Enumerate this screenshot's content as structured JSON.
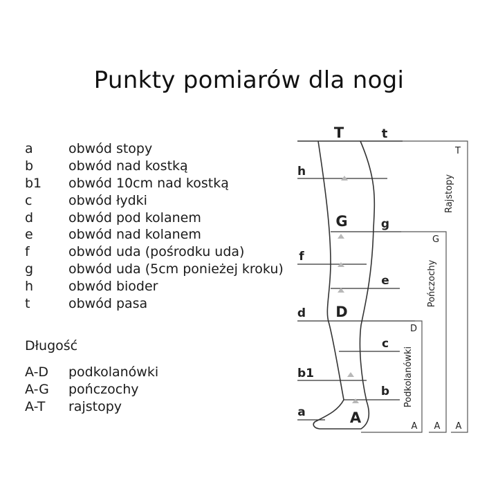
{
  "title": "Punkty pomiarów dla nogi",
  "legend": [
    {
      "key": "a",
      "label": "obwód stopy"
    },
    {
      "key": "b",
      "label": "obwód nad kostką"
    },
    {
      "key": "b1",
      "label": "obwód 10cm nad kostką"
    },
    {
      "key": "c",
      "label": "obwód łydki"
    },
    {
      "key": "d",
      "label": "obwód pod kolanem"
    },
    {
      "key": "e",
      "label": "obwód nad kolanem"
    },
    {
      "key": "f",
      "label": "obwód uda (pośrodku uda)"
    },
    {
      "key": "g",
      "label": "obwód uda (5cm ponieżej kroku)"
    },
    {
      "key": "h",
      "label": "obwód bioder"
    },
    {
      "key": "t",
      "label": "obwód pasa"
    }
  ],
  "length_heading": "Długość",
  "lengths": [
    {
      "key": "A-D",
      "label": "podkolanówki"
    },
    {
      "key": "A-G",
      "label": "pończochy"
    },
    {
      "key": "A-T",
      "label": "rajstopy"
    }
  ],
  "diagram": {
    "points": {
      "T": "T",
      "G": "G",
      "D": "D",
      "A": "A"
    },
    "lines": {
      "t": "t",
      "h": "h",
      "g": "g",
      "f": "f",
      "e": "e",
      "d": "d",
      "c": "c",
      "b1": "b1",
      "b": "b",
      "a": "a"
    },
    "brackets": {
      "rajstopy": {
        "label": "Rajstopy",
        "top": "T",
        "bottom": "A"
      },
      "ponczochy": {
        "label": "Pończochy",
        "top": "G",
        "bottom": "A"
      },
      "podkolanowki": {
        "label": "Podkolanówki",
        "top": "D",
        "bottom": "A"
      }
    }
  }
}
